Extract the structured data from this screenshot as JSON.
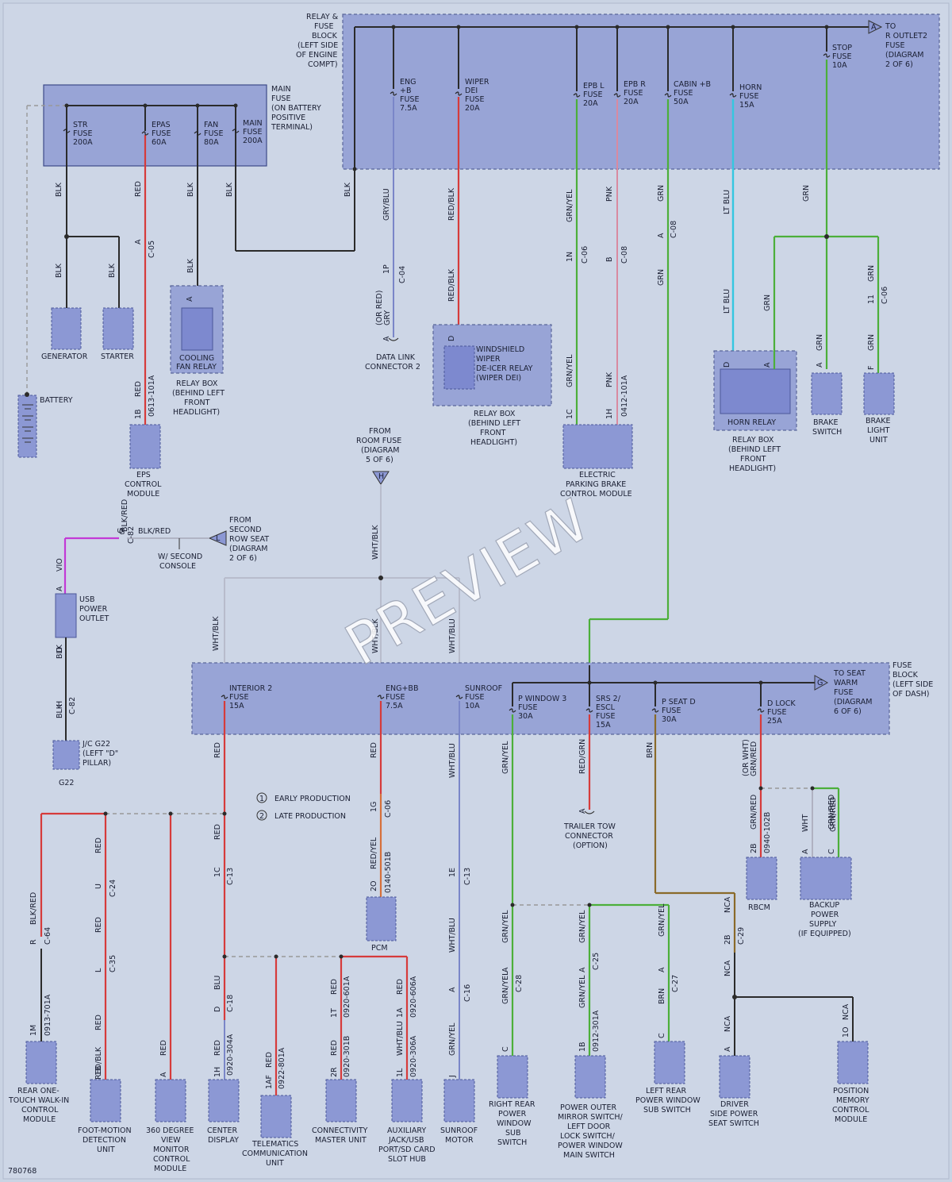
{
  "watermark": "PREVIEW",
  "diagram_id": "780768",
  "blocks": {
    "main_fuse": [
      "MAIN",
      "FUSE",
      "(ON BATTERY",
      "POSITIVE",
      "TERMINAL)"
    ],
    "relay_fuse_block": [
      "RELAY &",
      "FUSE",
      "BLOCK",
      "(LEFT SIDE",
      "OF ENGINE",
      "COMPT)"
    ],
    "fuse_block_dash": [
      "FUSE",
      "BLOCK",
      "(LEFT SIDE",
      "OF DASH)"
    ]
  },
  "fuses": {
    "str": [
      "STR",
      "FUSE",
      "200A"
    ],
    "epas": [
      "EPAS",
      "FUSE",
      "60A"
    ],
    "fan": [
      "FAN",
      "FUSE",
      "80A"
    ],
    "main": [
      "MAIN",
      "FUSE",
      "200A"
    ],
    "eng_b": [
      "ENG",
      "+B",
      "FUSE",
      "7.5A"
    ],
    "wiper_dei": [
      "WIPER",
      "DEI",
      "FUSE",
      "20A"
    ],
    "epb_l": [
      "EPB L",
      "FUSE",
      "20A"
    ],
    "epb_r": [
      "EPB R",
      "FUSE",
      "20A"
    ],
    "cabin_b": [
      "CABIN +B",
      "FUSE",
      "50A"
    ],
    "horn": [
      "HORN",
      "FUSE",
      "15A"
    ],
    "stop": [
      "STOP",
      "FUSE",
      "10A"
    ],
    "interior2": [
      "INTERIOR 2",
      "FUSE",
      "15A"
    ],
    "eng_bb": [
      "ENG+BB",
      "FUSE",
      "7.5A"
    ],
    "sunroof": [
      "SUNROOF",
      "FUSE",
      "10A"
    ],
    "p_window3": [
      "P WINDOW 3",
      "FUSE",
      "30A"
    ],
    "srs2": [
      "SRS 2/",
      "ESCL",
      "FUSE",
      "15A"
    ],
    "p_seat_d": [
      "P SEAT D",
      "FUSE",
      "30A"
    ],
    "d_lock": [
      "D LOCK",
      "FUSE",
      "25A"
    ]
  },
  "refs": {
    "to_r_outlet2": [
      "TO",
      "R OUTLET2",
      "FUSE",
      "(DIAGRAM",
      "2 OF 6)"
    ],
    "from_room_fuse": [
      "FROM",
      "ROOM FUSE",
      "(DIAGRAM",
      "5 OF 6)"
    ],
    "from_second_row": [
      "FROM",
      "SECOND",
      "ROW SEAT",
      "(DIAGRAM",
      "2 OF 6)"
    ],
    "to_seat_warm": [
      "TO SEAT",
      "WARM",
      "FUSE",
      "(DIAGRAM",
      "6 OF 6)"
    ],
    "w_second_console": [
      "W/ SECOND",
      "CONSOLE"
    ],
    "early_production": "EARLY PRODUCTION",
    "late_production": "LATE PRODUCTION",
    "or_red": [
      "(OR RED)",
      "GRY"
    ],
    "or_wht": [
      "(OR WHT)",
      "GRN/RED"
    ]
  },
  "components": {
    "generator": "GENERATOR",
    "starter": "STARTER",
    "cooling_fan_relay": [
      "COOLING",
      "FAN RELAY"
    ],
    "relay_box_1": [
      "RELAY BOX",
      "(BEHIND LEFT",
      "FRONT",
      "HEADLIGHT)"
    ],
    "battery": "BATTERY",
    "eps": [
      "EPS",
      "CONTROL",
      "MODULE"
    ],
    "data_link": [
      "DATA LINK",
      "CONNECTOR 2"
    ],
    "wiper_relay": [
      "WINDSHIELD",
      "WIPER",
      "DE-ICER RELAY",
      "(WIPER DEI)"
    ],
    "relay_box_2": [
      "RELAY BOX",
      "(BEHIND LEFT",
      "FRONT",
      "HEADLIGHT)"
    ],
    "epb_module": [
      "ELECTRIC",
      "PARKING BRAKE",
      "CONTROL MODULE"
    ],
    "horn_relay": "HORN RELAY",
    "relay_box_3": [
      "RELAY BOX",
      "(BEHIND LEFT",
      "FRONT",
      "HEADLIGHT)"
    ],
    "brake_switch": [
      "BRAKE",
      "SWITCH"
    ],
    "brake_light": [
      "BRAKE",
      "LIGHT",
      "UNIT"
    ],
    "usb_outlet": [
      "USB",
      "POWER",
      "OUTLET"
    ],
    "jc_g22": [
      "J/C G22",
      "(LEFT \"D\"",
      "PILLAR)"
    ],
    "g22": "G22",
    "trailer_tow": [
      "TRAILER TOW",
      "CONNECTOR",
      "(OPTION)"
    ],
    "pcm": "PCM",
    "rbcm": "RBCM",
    "backup_power": [
      "BACKUP",
      "POWER",
      "SUPPLY",
      "(IF EQUIPPED)"
    ],
    "rear_walkin": [
      "REAR ONE-",
      "TOUCH WALK-IN",
      "CONTROL",
      "MODULE"
    ],
    "foot_motion": [
      "FOOT-MOTION",
      "DETECTION",
      "UNIT"
    ],
    "view360": [
      "360 DEGREE",
      "VIEW",
      "MONITOR",
      "CONTROL",
      "MODULE"
    ],
    "center_display": [
      "CENTER",
      "DISPLAY"
    ],
    "telematics": [
      "TELEMATICS",
      "COMMUNICATION",
      "UNIT"
    ],
    "connectivity": [
      "CONNECTIVITY",
      "MASTER UNIT"
    ],
    "aux_jack": [
      "AUXILIARY",
      "JACK/USB",
      "PORT/SD CARD",
      "SLOT HUB"
    ],
    "sunroof_motor": [
      "SUNROOF",
      "MOTOR"
    ],
    "rr_window": [
      "RIGHT REAR",
      "POWER",
      "WINDOW",
      "SUB",
      "SWITCH"
    ],
    "mirror_switch": [
      "POWER OUTER",
      "MIRROR SWITCH/",
      "LEFT DOOR",
      "LOCK SWITCH/",
      "POWER WINDOW",
      "MAIN SWITCH"
    ],
    "lr_window": [
      "LEFT REAR",
      "POWER WINDOW",
      "SUB SWITCH"
    ],
    "driver_seat": [
      "DRIVER",
      "SIDE POWER",
      "SEAT SWITCH"
    ],
    "position_memory": [
      "POSITION",
      "MEMORY",
      "CONTROL",
      "MODULE"
    ]
  },
  "wire_labels": [
    "BLK",
    "RED",
    "BLK",
    "BLK",
    "BLK",
    "BLK",
    "BLK",
    "BLK",
    "RED",
    "GRY/BLU",
    "RED/BLK",
    "RED/BLK",
    "GRN/YEL",
    "PNK",
    "GRN/YEL",
    "PNK",
    "GRN",
    "GRN",
    "LT BLU",
    "LT BLU",
    "GRN",
    "GRN",
    "GRN",
    "GRN",
    "GRN",
    "BLK/RED",
    "VIO",
    "BLK",
    "BLK",
    "WHT/BLK",
    "WHT/BLK",
    "WHT/BLK",
    "WHT/BLU",
    "RED",
    "RED",
    "WHT/BLU",
    "GRN/YEL",
    "RED/GRN",
    "BRN",
    "GRN/RED",
    "GRN/RED",
    "WHT",
    "GRN/RED",
    "RED",
    "RED",
    "RED",
    "RED/YEL",
    "WHT/BLU",
    "BLK/RED",
    "RED",
    "RED/BLK",
    "RED",
    "BLU",
    "RED",
    "RED",
    "RED",
    "RED",
    "RED",
    "WHT/BLU",
    "GRN/YEL",
    "GRN/YEL",
    "GRN/YEL",
    "GRN/YEL",
    "GRN/YEL",
    "GRN/YEL",
    "BRN",
    "NCA",
    "NCA",
    "NCA",
    "NCA"
  ],
  "connectors": [
    "A",
    "C-05",
    "1B",
    "0613-101A",
    "A",
    "1P",
    "C-04",
    "A",
    "D",
    "1N",
    "C-06",
    "B",
    "C-08",
    "1C",
    "1H",
    "0412-101A",
    "A",
    "C-08",
    "D",
    "A",
    "A",
    "11",
    "C-06",
    "F",
    "G",
    "C-82",
    "A",
    "D",
    "H",
    "C-82",
    "1G",
    "C-06",
    "2O",
    "0140-501B",
    "1E",
    "C-13",
    "A",
    "2B",
    "0940-102B",
    "A",
    "C",
    "R",
    "C-64",
    "1M",
    "0913-701A",
    "U",
    "C-24",
    "L",
    "C-35",
    "1B",
    "A",
    "1C",
    "C-13",
    "D",
    "C-18",
    "1H",
    "0920-304A",
    "1AF",
    "0922-801A",
    "1T",
    "0920-601A",
    "2R",
    "0920-301B",
    "1A",
    "0920-606A",
    "1L",
    "0920-306A",
    "A",
    "C-16",
    "J",
    "A",
    "C-28",
    "C",
    "A",
    "C-25",
    "1B",
    "0912-301A",
    "A",
    "C-27",
    "C",
    "2B",
    "C-29",
    "A",
    "1O"
  ],
  "circle_1": "1",
  "circle_2": "2"
}
